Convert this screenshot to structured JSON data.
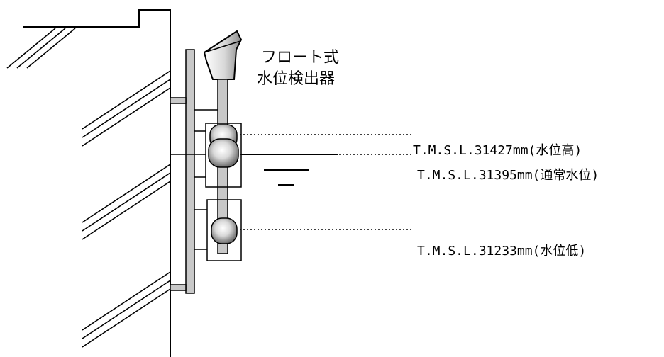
{
  "detector": {
    "line1": "フロート式",
    "line2": "水位検出器"
  },
  "levels": [
    {
      "key": "high",
      "text": "T.M.S.L.31427mm(水位高)"
    },
    {
      "key": "normal",
      "text": "T.M.S.L.31395mm(通常水位)"
    },
    {
      "key": "low",
      "text": "T.M.S.L.31233mm(水位低)"
    }
  ]
}
